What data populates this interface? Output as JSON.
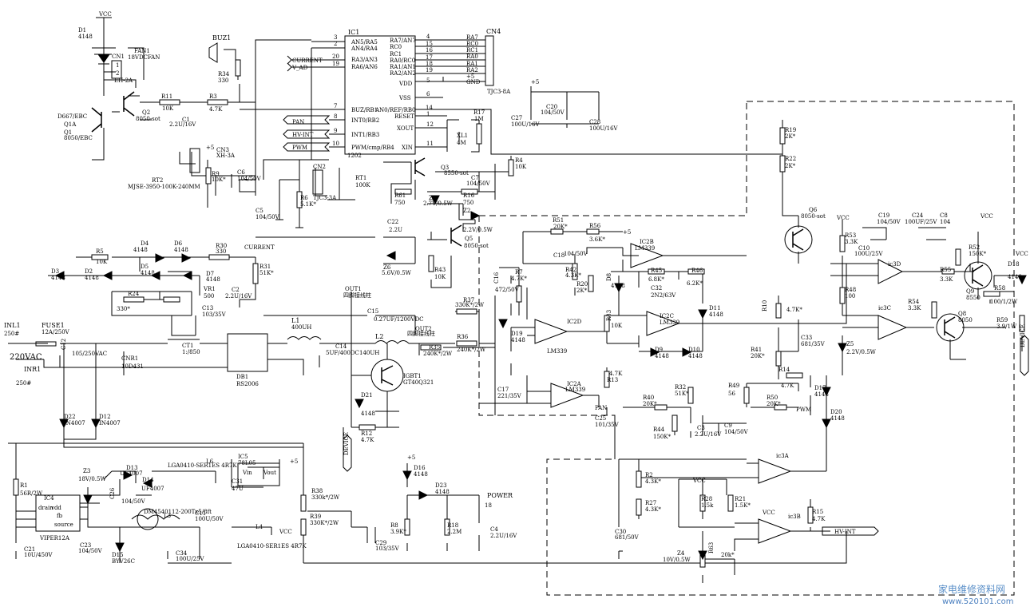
{
  "watermark": {
    "cn": "家电维修资料网",
    "url": "www.520101.com"
  },
  "labels": {
    "vcc_top": "VCC",
    "d1": "D1",
    "d1v": "4148",
    "fan1": "FAN1",
    "fan1v": "18VDCFAN",
    "cn1": "CN1",
    "cn1v": "EH-2A",
    "cn1p1": "1",
    "cn1p2": "2",
    "buz1": "BUZ1",
    "r34": "R34",
    "r34v": "330",
    "r11": "R11",
    "r11v": "10K",
    "c1": "C1",
    "c1v": "2.2U/16V",
    "r3": "R3",
    "r3v": "4.7K",
    "q1a": "D667/EBC",
    "q1b": "Q1A",
    "q1c": "Q1",
    "q1d": "8050/EBC",
    "q2": "Q2",
    "q2v": "8050-sot",
    "cn3": "CN3",
    "cn3v": "XH-3A",
    "cn3p": "+5",
    "r9": "R9",
    "r9v": "10K*",
    "c6": "C6",
    "c6v": "104/50V",
    "rt2": "RT2",
    "rt2v": "MJSE-3950-100K-240MM",
    "ic1": "IC1",
    "an5": "AN5/RA5",
    "an4": "AN4/RA4",
    "ra3": "RA3/AN3",
    "ra6": "RA6/AN6",
    "buz": "BUZ/RB1",
    "int0": "INT0/RB2",
    "int1": "INT1/RB3",
    "pwmc": "PWM/cmp/RB4",
    "ra7": "RA7/AN7",
    "rc0": "RC0",
    "rc1": "RC1",
    "ra0": "RA0/RC0",
    "ra1": "RA1/AN1",
    "ra2": "RA2/AN2",
    "vdd": "VDD",
    "vss": "VSS",
    "an0": "AN0/REF/RB0",
    "reset": "RESET",
    "xout": "XOUT",
    "xin": "XIN",
    "ic1num": "1202",
    "p3": "3",
    "p2": "2",
    "p20": "20",
    "p19b": "19",
    "p7": "7",
    "p8": "8",
    "p9": "9",
    "p10": "10",
    "p4": "4",
    "p15": "15",
    "p16": "16",
    "p17": "17",
    "p18": "18",
    "p19": "19",
    "p5": "5",
    "p6": "6",
    "p14": "14",
    "p12": "12",
    "p11": "11",
    "p1": "1",
    "current": "CURRENT",
    "vad": "V_AD",
    "pan": "PAN",
    "hvint": "HV-INT",
    "pwm": "PWM",
    "cn4": "CN4",
    "cn4v": "TJC3-8A",
    "n_ra7": "RA7",
    "n_rc0": "RC0",
    "n_rc1": "RC1",
    "n_ra0": "RA0",
    "n_ra1": "RA1",
    "n_ra2": "RA2",
    "n_p5": "+5",
    "n_gnd": "GND",
    "c27": "C27",
    "c27v": "100U/16V",
    "c20": "C20",
    "c20v": "104/50V",
    "c28": "C28",
    "c28v": "100U/16V",
    "p5c": "+5",
    "r17": "R17",
    "r17v": "1M",
    "xl1": "XL1",
    "xl1v": "4M",
    "cn2": "CN2",
    "cn2v": "TJC3-3A",
    "rt1": "RT1",
    "rt1v": "100K",
    "r6": "R6",
    "r6v": "5.1K*",
    "c5": "C5",
    "c5v": "104/50V",
    "q3": "Q3",
    "q3v": "8550-sot",
    "c7": "C7",
    "c7v": "104/50V",
    "r4": "R4",
    "r4v": "10K",
    "r61": "R61",
    "r61v": "750",
    "z1": "Z1",
    "z1v": "2.7V/0.5W",
    "r16": "R16",
    "r16v": "750",
    "r19": "R19",
    "r19v": "2K*",
    "r22": "R22",
    "r22v": "2K*",
    "z2": "Z2",
    "z2v": "2.2V/0.5W",
    "c22": "C22",
    "c22v": "2.2U",
    "q5": "Q5",
    "q5v": "8050-sot",
    "z6": "Z6",
    "z6v": "5.6V/0.5W",
    "r43": "R43",
    "r43v": "10K",
    "r5": "R5",
    "r5v": "10K",
    "d4": "D4",
    "d4v": "4148",
    "d6": "D6",
    "d6v": "4148",
    "r30": "R30",
    "r30v": "330",
    "current2": "CURRENT",
    "r31": "R31",
    "r31v": "51K*",
    "d3": "D3",
    "d3v": "4148",
    "d2": "D2",
    "d2v": "4148",
    "d5": "D5",
    "d5v": "4148",
    "d7": "D7",
    "d7v": "4148",
    "c2": "C2",
    "c2v": "2.2U/16V",
    "r24": "R24",
    "r24v": "330*",
    "vr1": "VR1",
    "vr1v": "500",
    "ct1": "CT1",
    "ct1v": "1:/850",
    "c13": "C13",
    "c13v": "103/35V",
    "inl1": "INL1",
    "inl1v": "250#",
    "fuse1": "FUSE1",
    "fuse1v": "12A/250V",
    "ac": "220VAC",
    "inr1": "INR1",
    "inr1v": "250#",
    "c12": "C12",
    "c12v": "105/250VAC",
    "cnr1": "CNR1",
    "cnr1v": "10D431",
    "db1": "DB1",
    "db1v": "RS2006",
    "l1": "L1",
    "l1v": "400UH",
    "c14": "C14",
    "c14v": "5UF/400DC",
    "out1": "OUT1",
    "out1v": "四脚接线柱",
    "c15": "C15",
    "c15v": "0.27UF/1200VDC",
    "l2": "L2",
    "l2v": "140UH",
    "out2": "OUT2",
    "out2v": "四脚接线柱",
    "igbt": "IGBT1",
    "igbtv": "GT40Q321",
    "r37": "R37",
    "r37v": "330K*/2W",
    "r36": "R36",
    "r36v": "240K*/2W",
    "r35": "R35",
    "r35v": "240K*/2W",
    "d21": "D21",
    "d21v": "4148",
    "r12": "R12",
    "r12v": "4.7K",
    "device": "DEVICE",
    "r51": "R51",
    "r51v": "20K*",
    "r56": "R56",
    "r56v": "3.6K*",
    "p5d": "+5",
    "c18": "C18",
    "c18v": "104/50V",
    "ic2b": "IC2B",
    "ic2bv": "LM339",
    "r7": "R7",
    "r7v": "4.7K*",
    "c16": "C16",
    "c16v": "472/50V",
    "r42": "R42",
    "r42v": "4.3K*",
    "r20": "R20",
    "r20v": "2K*",
    "r45": "R45",
    "r45v": "6.8K*",
    "r46": "R46",
    "r46v": "6.2K*",
    "d8": "D8",
    "d8v": "4148",
    "c32": "C32",
    "c32v": "2N2/63V",
    "ic2c": "IC2C",
    "ic2cv": "LM339",
    "d11": "D11",
    "d11v": "4148",
    "d19": "D19",
    "d19v": "4148",
    "ic2d": "IC2D",
    "ic2dv": "LM339",
    "r33": "R33",
    "r33v": "10K",
    "d9": "D9",
    "d9v": "4148",
    "d10": "D10",
    "d10v": "4148",
    "c17": "C17",
    "c17v": "221/35V",
    "ic2a": "IC2A",
    "ic2av": "LM339",
    "r13": "R13",
    "r13v": "4.7K",
    "pan2": "PAN",
    "c25": "C25",
    "c25v": "101/35V",
    "r40": "R40",
    "r40v": "20K*",
    "r44": "R44",
    "r44v": "150K*",
    "r32": "R32",
    "r32v": "51K*",
    "c3": "C3",
    "c3v": "2.2U/16V",
    "c9": "C9",
    "c9v": "104/50V",
    "r49": "R49",
    "r49v": "56",
    "r50": "R50",
    "r50v": "20K*",
    "pwm2": "PWM",
    "r41": "R41",
    "r41v": "20K*",
    "r10": "R10",
    "r10v": "4.7K*",
    "c33": "C33",
    "c33v": "681/35V",
    "r14": "R14",
    "r14v": "4.7K",
    "d17": "D17",
    "d17v": "4148",
    "d20": "D20",
    "d20v": "4148",
    "q6": "Q6",
    "q6v": "8050-sot",
    "vcc2": "VCC",
    "r53": "R53",
    "r53v": "3.3K",
    "c19": "C19",
    "c19v": "104/50V",
    "c10": "C10",
    "c10v": "100U/25V",
    "c24": "C24",
    "c24v": "100UF/25V",
    "c8": "C8",
    "c8v": "104",
    "vcc3": "VCC",
    "r52": "R52",
    "r52v": "150K*",
    "d18": "D18",
    "d18v": "4148",
    "vcc4": "VCC",
    "ic3d": "ic3D",
    "r55": "R55",
    "r55v": "3.3K",
    "q9": "Q9",
    "q9v": "8550",
    "r58": "R58",
    "r58v": "100/1/2W",
    "r48": "R48",
    "r48v": "100",
    "ic3c": "ic3C",
    "r54": "R54",
    "r54v": "3.3K",
    "q8": "Q8",
    "q8v": "8050",
    "r59": "R59",
    "r59v": "3.9/1W",
    "device2": "DEVICE",
    "z5": "Z5",
    "z5v": "2.2V/0.5W",
    "ic3a": "ic3A",
    "r2": "R2",
    "r2v": "4.3K*",
    "r27": "R27",
    "r27v": "4.3K*",
    "c30": "C30",
    "c30v": "681/50V",
    "vcc5": "VCC",
    "r28": "R28",
    "r28v": "1.5k",
    "r21": "R21",
    "r21v": "1.5K*",
    "vcc6": "VCC",
    "ic3b": "ic3B",
    "r15": "R15",
    "r15v": "4.7K",
    "hvint2": "HV-INT",
    "z4": "Z4",
    "z4v": "10V/0.5W",
    "r63": "R63",
    "r63v": "20k*",
    "d22": "D22",
    "d22v": "IN4007",
    "d12": "D12",
    "d12v": "IN4007",
    "r1": "R1",
    "r1v": "56R/2W",
    "ic4": "IC4",
    "ic4v": "VIPER12A",
    "drain": "drain",
    "vddp": "vdd",
    "fb": "fb",
    "source": "source",
    "c21": "C21",
    "c21v": "10U/450V",
    "z3": "Z3",
    "z3v": "18V/0.5W",
    "d13": "D13",
    "d13v": "UF4007",
    "d14": "D14",
    "d14v": "UF4007",
    "c26": "C26",
    "c26v": "104/50V",
    "l3": "L3",
    "l3v": "DM4540112-200Tx5/8ft",
    "l6": "L6",
    "l6v": "LGA0410-SER1ES 4R7K",
    "ic5": "IC5",
    "ic5v": "78L05",
    "vin": "Vin",
    "vout": "Vout",
    "p5e": "+5",
    "c31": "C31",
    "c31v": "47U",
    "c23": "C23",
    "c23v": "104/50V",
    "d15": "D15",
    "d15v": "BYV26C",
    "c11": "C11",
    "c11v": "100U/50V",
    "c34": "C34",
    "c34v": "100U/25V",
    "l4": "L4",
    "l4v": "LGA0410-SER1ES 4R7K",
    "vcc7": "VCC",
    "r38": "R38",
    "r38v": "330k*/2W",
    "r39": "R39",
    "r39v": "330K*/2W",
    "d16": "D16",
    "d16v": "4148",
    "p5f": "+5",
    "d23": "D23",
    "d23v": "4148",
    "power": "POWER",
    "power_n": "18",
    "r8": "R8",
    "r8v": "3.9K*",
    "r18": "R18",
    "r18v": "2.2M",
    "c29": "C29",
    "c29v": "103/35V",
    "c4": "C4",
    "c4v": "2.2U/16V"
  }
}
